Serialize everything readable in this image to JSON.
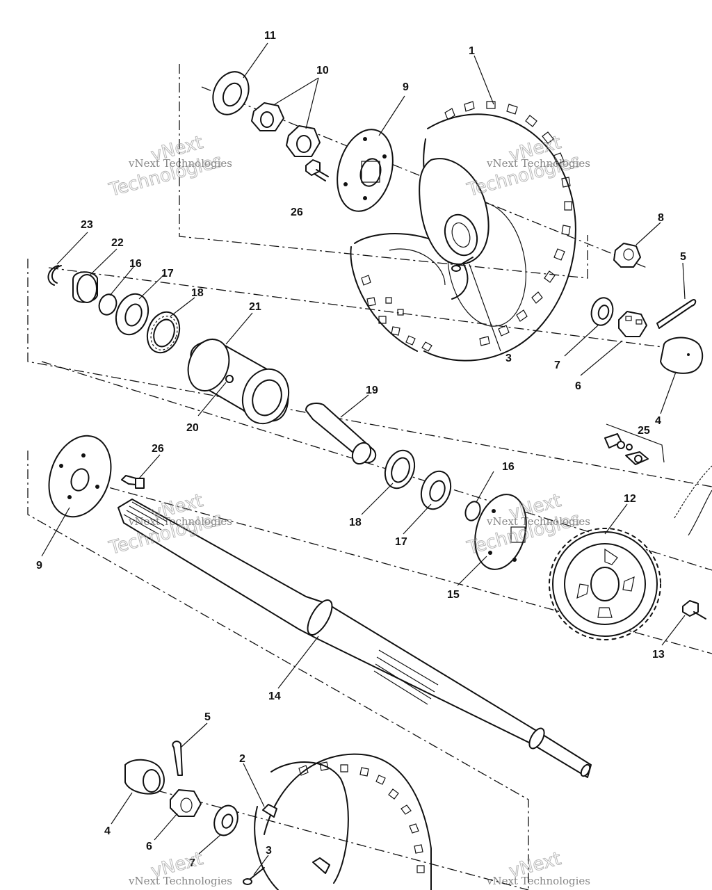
{
  "callouts": {
    "c1": "1",
    "c2": "2",
    "c3a": "3",
    "c3b": "3",
    "c4a": "4",
    "c4b": "4",
    "c5a": "5",
    "c5b": "5",
    "c6a": "6",
    "c6b": "6",
    "c7a": "7",
    "c7b": "7",
    "c8": "8",
    "c9a": "9",
    "c9b": "9",
    "c10": "10",
    "c11": "11",
    "c12": "12",
    "c13": "13",
    "c14": "14",
    "c15": "15",
    "c16a": "16",
    "c16b": "16",
    "c17a": "17",
    "c17b": "17",
    "c18a": "18",
    "c18b": "18",
    "c19": "19",
    "c20": "20",
    "c21": "21",
    "c22": "22",
    "c23": "23",
    "c25": "25",
    "c26a": "26",
    "c26b": "26"
  },
  "watermark": {
    "company": "vNext Technologies",
    "word1": "vNext",
    "word2": "Technologies"
  }
}
